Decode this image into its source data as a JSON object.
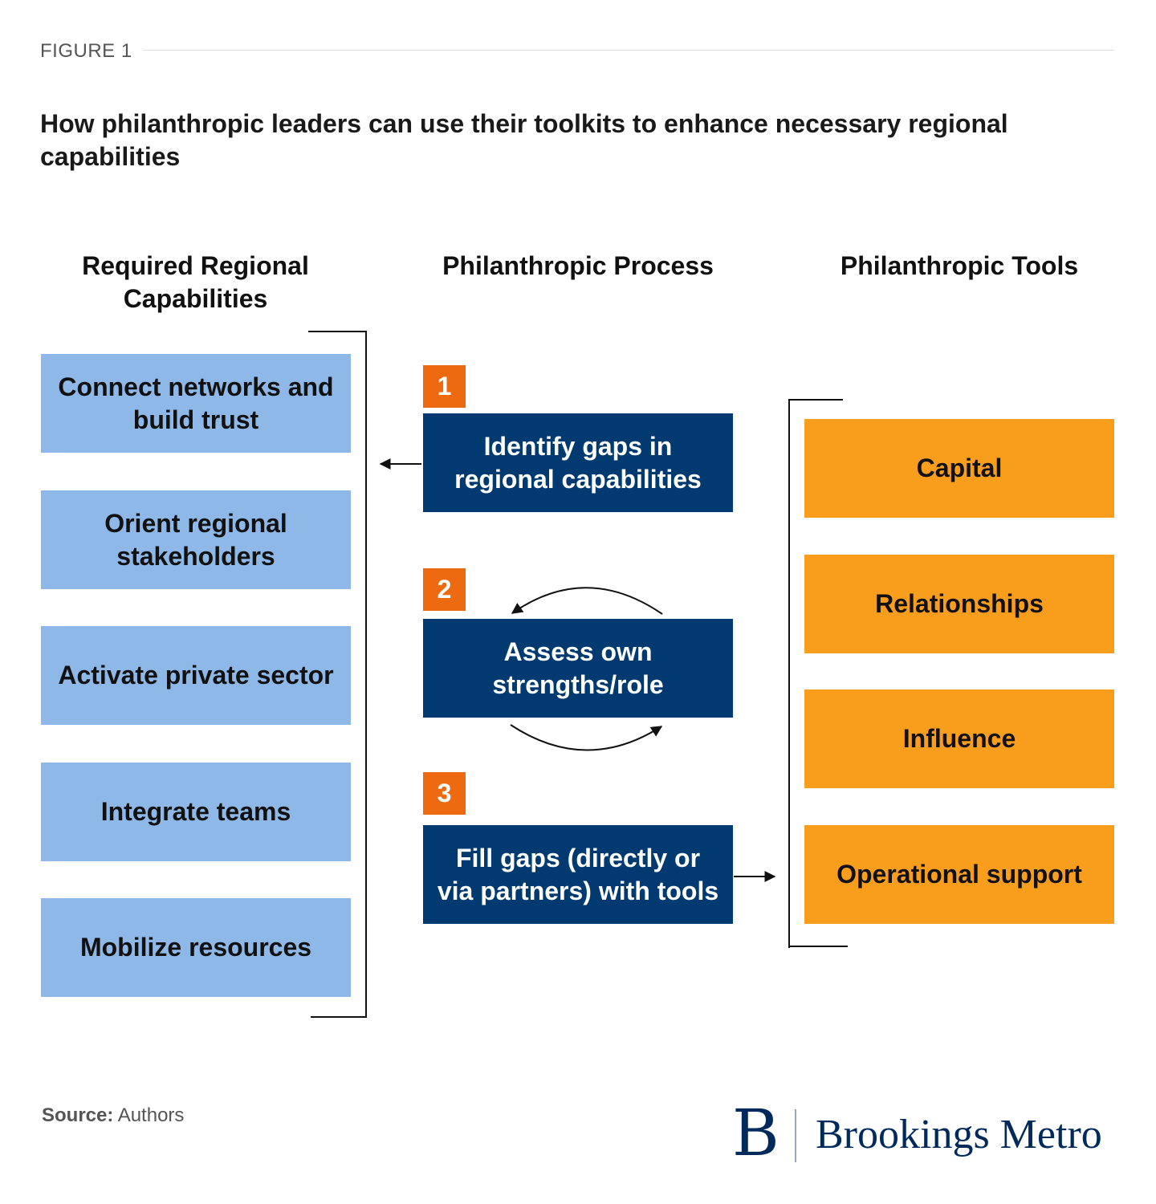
{
  "figure_label": "FIGURE 1",
  "title": "How philanthropic leaders can use their toolkits to enhance necessary regional capabilities",
  "columns": {
    "capabilities": {
      "heading": "Required Regional Capabilities",
      "items": [
        "Connect networks and build trust",
        "Orient regional stakeholders",
        "Activate private sector",
        "Integrate teams",
        "Mobilize resources"
      ]
    },
    "process": {
      "heading": "Philanthropic Process",
      "steps": [
        {
          "number": "1",
          "label": "Identify gaps in regional capabilities"
        },
        {
          "number": "2",
          "label": "Assess own strengths/role"
        },
        {
          "number": "3",
          "label": "Fill gaps (directly or via partners) with tools"
        }
      ]
    },
    "tools": {
      "heading": "Philanthropic Tools",
      "items": [
        "Capital",
        "Relationships",
        "Influence",
        "Operational support"
      ]
    }
  },
  "source": {
    "label": "Source:",
    "text": "Authors"
  },
  "logo": {
    "mark": "B",
    "text": "Brookings Metro"
  },
  "colors": {
    "capability_box": "#8db8e8",
    "process_box": "#003a70",
    "step_badge": "#ee6a10",
    "tool_box": "#f99d1c",
    "brand_navy": "#002a5c"
  }
}
